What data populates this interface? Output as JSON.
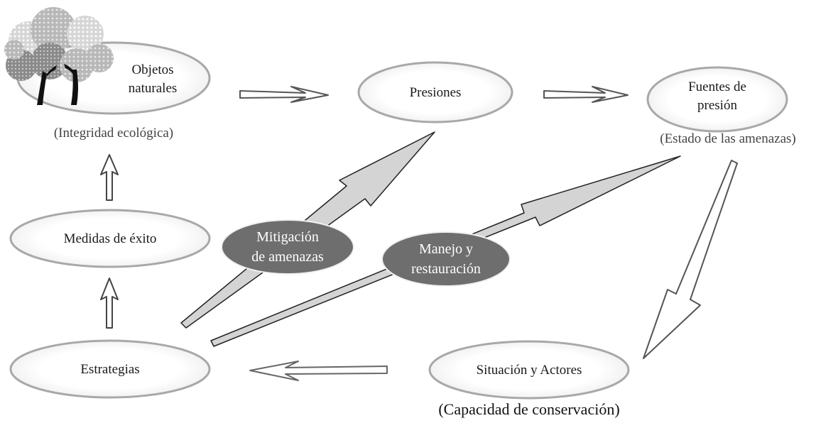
{
  "nodes": {
    "objetos": {
      "line1": "Objetos",
      "line2": "naturales",
      "sublabel": "(Integridad ecológica)"
    },
    "presiones": {
      "label": "Presiones"
    },
    "fuentes": {
      "line1": "Fuentes de",
      "line2": "presión",
      "sublabel": "(Estado de las amenazas)"
    },
    "medidas": {
      "label": "Medidas de éxito"
    },
    "estrategias": {
      "label": "Estrategias"
    },
    "situacion": {
      "label": "Situación y Actores",
      "sublabel": "(Capacidad de conservación)"
    }
  },
  "actions": {
    "mitigacion": {
      "line1": "Mitigación",
      "line2": "de amenazas"
    },
    "manejo": {
      "line1": "Manejo y",
      "line2": "restauración"
    }
  },
  "icons": {
    "tree": "tree-icon"
  },
  "colors": {
    "oval_fill": "#6e6e6e",
    "ellipse_stroke": "#9a9a9a",
    "arrow_fill": "#d4d4d4"
  }
}
